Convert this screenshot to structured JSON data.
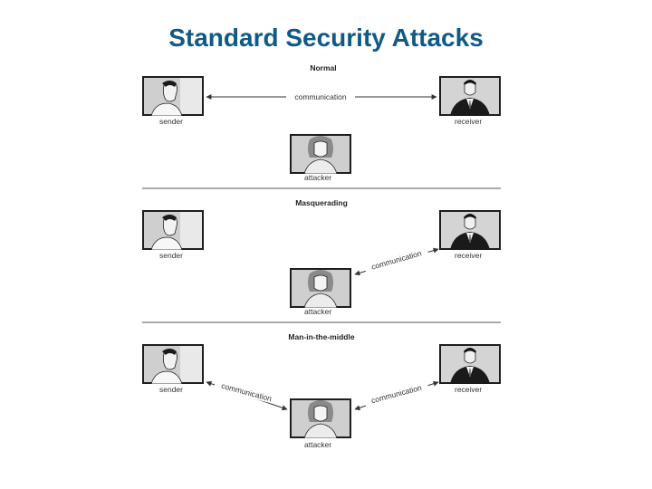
{
  "title": "Standard Security Attacks",
  "panels": [
    {
      "heading": "Normal",
      "sender": "sender",
      "receiver": "receiver",
      "attacker": "attacker",
      "links": [
        "communication"
      ]
    },
    {
      "heading": "Masquerading",
      "sender": "sender",
      "receiver": "receiver",
      "attacker": "attacker",
      "links": [
        "communication"
      ]
    },
    {
      "heading": "Man-in-the-middle",
      "sender": "sender",
      "receiver": "receiver",
      "attacker": "attacker",
      "links": [
        "communication",
        "communication"
      ]
    }
  ]
}
